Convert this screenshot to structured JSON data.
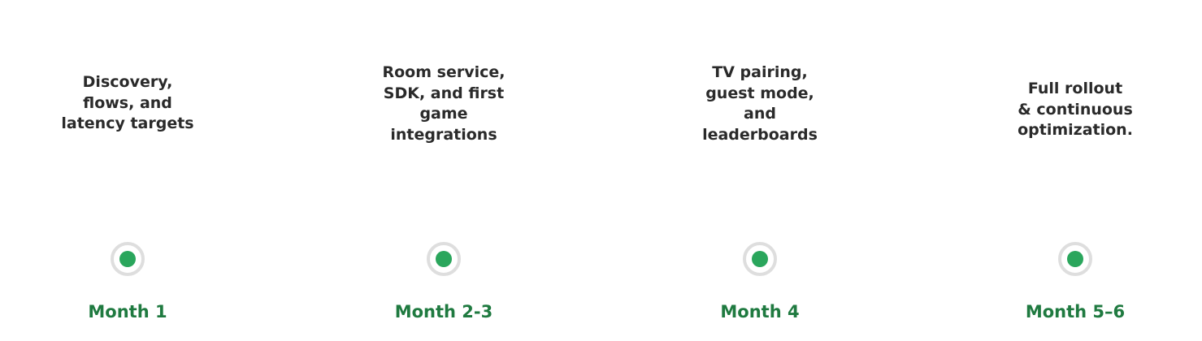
{
  "accent_color": "#2aa65c",
  "label_color": "#1f7a40",
  "milestones": [
    {
      "description": "Discovery,\nflows, and\nlatency targets",
      "label": "Month 1"
    },
    {
      "description": "Room service,\nSDK, and first\ngame\nintegrations",
      "label": "Month 2-3"
    },
    {
      "description": "TV pairing,\nguest mode,\nand\nleaderboards",
      "label": "Month 4"
    },
    {
      "description": "Full rollout\n& continuous\noptimization.",
      "label": "Month 5–6"
    }
  ]
}
